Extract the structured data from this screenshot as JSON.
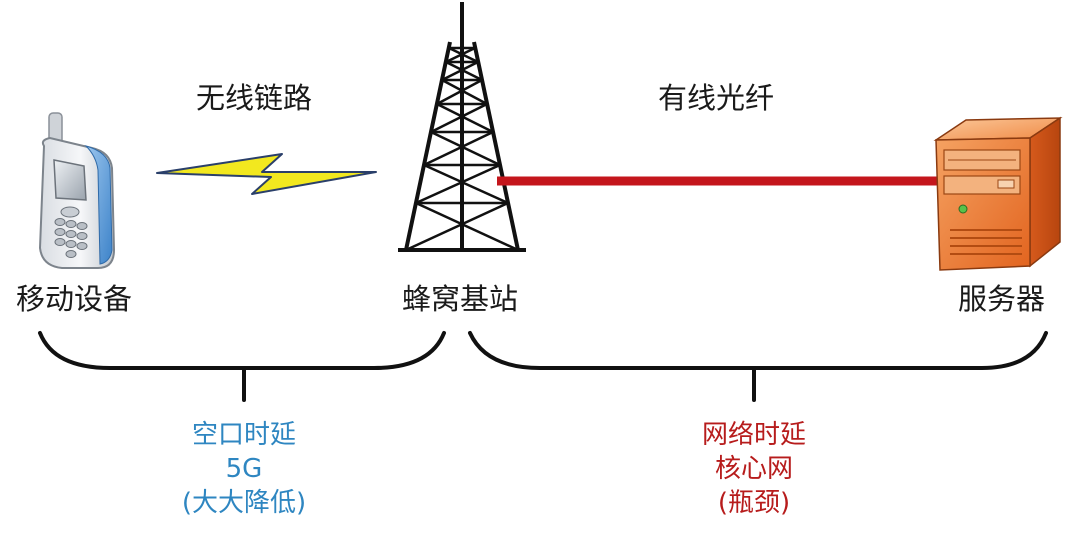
{
  "links": {
    "wireless": "无线链路",
    "wired": "有线光纤"
  },
  "nodes": {
    "mobile": "移动设备",
    "tower": "蜂窝基站",
    "server": "服务器"
  },
  "segments": {
    "air": {
      "line1": "空口时延",
      "line2": "5G",
      "line3": "(大大降低)",
      "color": "#2e86c1"
    },
    "network": {
      "line1": "网络时延",
      "line2": "核心网",
      "line3": "(瓶颈)",
      "color": "#b71c1c"
    }
  },
  "colors": {
    "fiber": "#c4161c",
    "lightning": "#f2e81f",
    "bracket": "#111111",
    "tower": "#111111",
    "server_body": "#e8702a"
  },
  "icons": {
    "mobile": "mobile-phone-icon",
    "tower": "cell-tower-icon",
    "server": "server-icon",
    "wireless": "lightning-bolt-icon"
  }
}
